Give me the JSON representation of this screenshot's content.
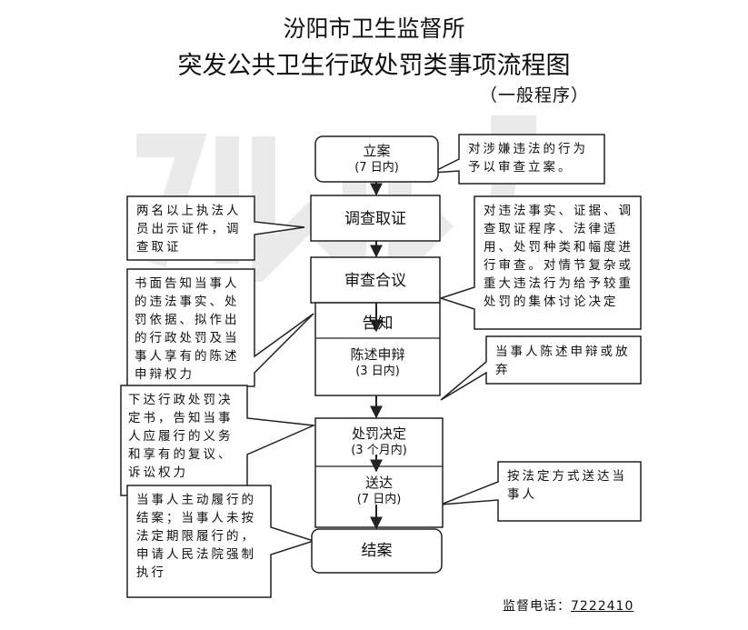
{
  "title_line1": "汾阳市卫生监督所",
  "title_line2": "突发公共卫生行政处罚类事项流程图",
  "subtitle": "（一般程序）",
  "steps": [
    {
      "label": "立案",
      "sub": "(7 日内)"
    },
    {
      "label": "调查取证",
      "sub": ""
    },
    {
      "label": "审查合议",
      "sub": ""
    },
    {
      "label": "告知",
      "sub": ""
    },
    {
      "label": "陈述申辩",
      "sub": "(3 日内)"
    },
    {
      "label": "处罚决定",
      "sub": "(3 个月内)"
    },
    {
      "label": "送达",
      "sub": "(7 日内)"
    },
    {
      "label": "结案",
      "sub": ""
    }
  ],
  "notes": {
    "filing": "对涉嫌违法的行为予以审查立案。",
    "investigation": "两名以上执法人员出示证件，调查取证",
    "review": "对违法事实、证据、调查取证程序、法律适用、处罚种类和幅度进行审查。对情节复杂或重大违法行为给予较重处罚的集体讨论决定",
    "notify": "书面告知当事人的违法事实、处罚依据、拟作出的行政处罚及当事人享有的陈述申辩权力",
    "statement": "当事人陈述申辩或放弃",
    "decision": "下达行政处罚决定书，告知当事人应履行的义务和享有的复议、诉讼权力",
    "delivery": "按法定方式送达当事人",
    "closing": "当事人主动履行的结案；当事人未按法定期限履行的，申请人民法院强制执行"
  },
  "footer": {
    "label": "监督电话：",
    "number": "7222410"
  }
}
